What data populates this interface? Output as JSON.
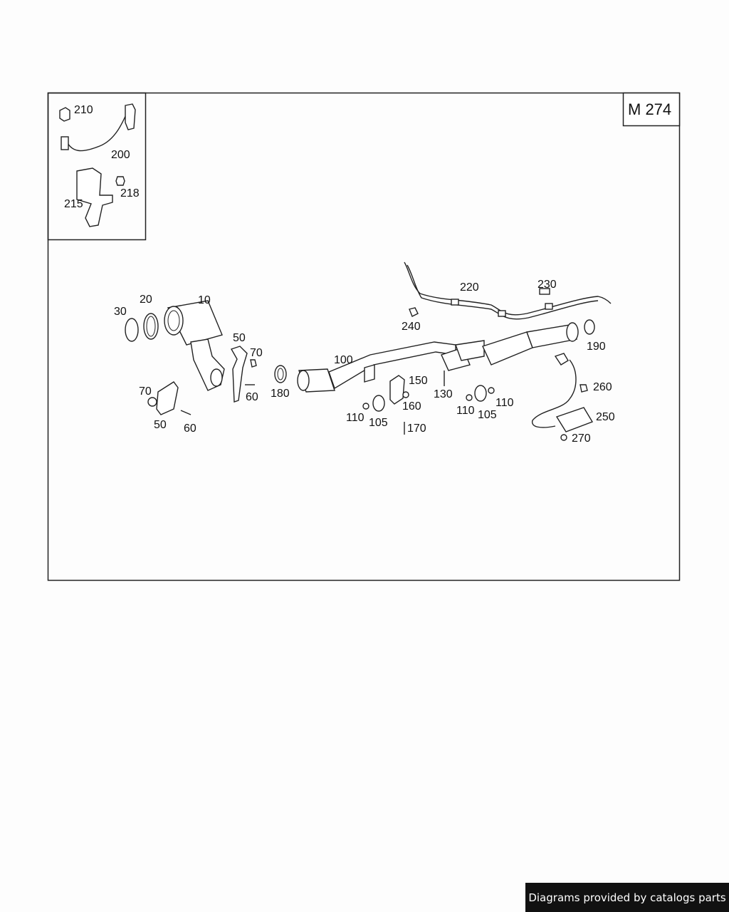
{
  "diagram": {
    "reference": "M 274",
    "callouts": {
      "c10": "10",
      "c20": "20",
      "c30": "30",
      "c50a": "50",
      "c50b": "50",
      "c60a": "60",
      "c60b": "60",
      "c70a": "70",
      "c70b": "70",
      "c100": "100",
      "c105a": "105",
      "c105b": "105",
      "c110a": "110",
      "c110b": "110",
      "c110c": "110",
      "c130": "130",
      "c150": "150",
      "c160": "160",
      "c170": "170",
      "c180": "180",
      "c190": "190",
      "c200": "200",
      "c210": "210",
      "c215": "215",
      "c218": "218",
      "c220": "220",
      "c230": "230",
      "c240": "240",
      "c250": "250",
      "c260": "260",
      "c270": "270"
    }
  },
  "footer": {
    "credit": "Diagrams provided by catalogs parts"
  }
}
